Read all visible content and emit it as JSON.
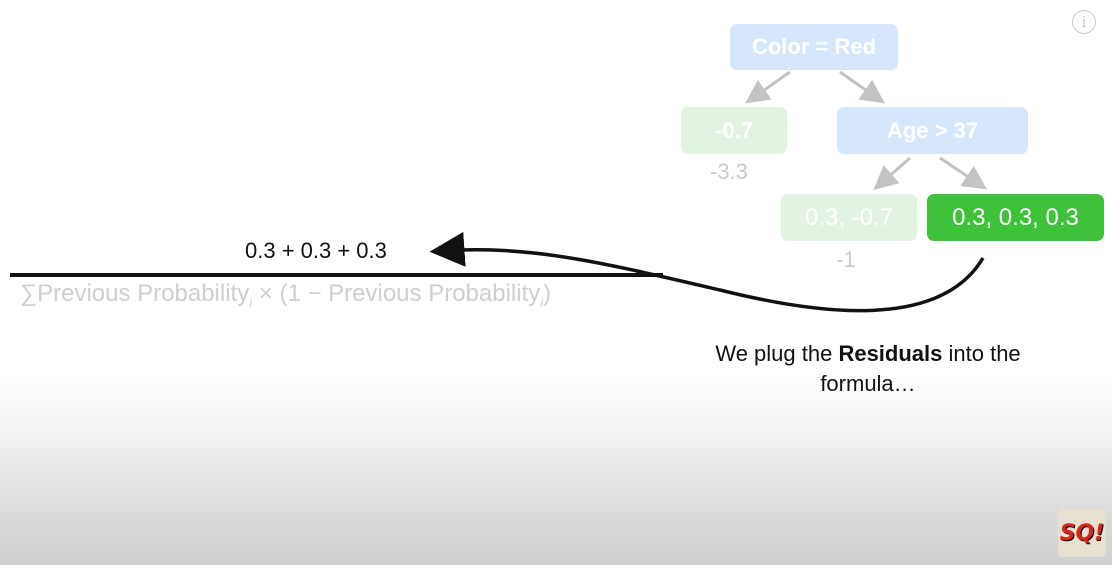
{
  "tree": {
    "root": "Color = Red",
    "left_leaf": "-0.7",
    "left_leaf_note": "-3.3",
    "inner": "Age > 37",
    "inner_left_leaf": "0.3, -0.7",
    "inner_left_note": "-1",
    "inner_right_leaf": "0.3, 0.3, 0.3"
  },
  "formula": {
    "numerator": "0.3 + 0.3 + 0.3",
    "sum_symbol": "∑",
    "term1": "Previous Probability",
    "sub1": "i",
    "times": " × (1 − ",
    "term2": "Previous Probability",
    "sub2": "i",
    "close": ")"
  },
  "caption": {
    "before": "We plug the ",
    "bold": "Residuals",
    "after": " into the formula…"
  },
  "icons": {
    "info": "i",
    "logo": "SQ!"
  },
  "colors": {
    "node_blue": "#d6e6fb",
    "node_lightgreen": "#e3f3e1",
    "node_green": "#3ec23a"
  }
}
